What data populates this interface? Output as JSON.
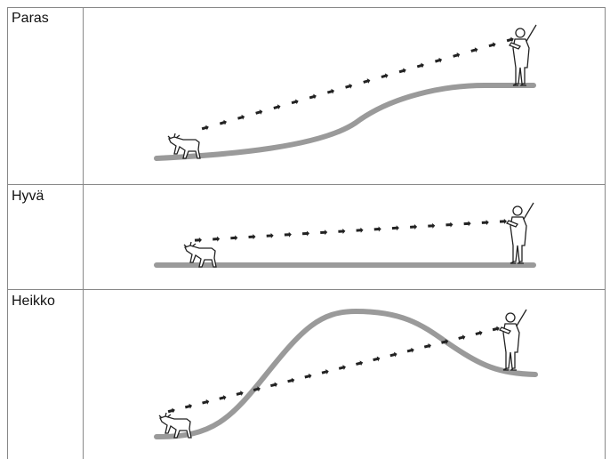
{
  "rows": [
    {
      "label": "Paras"
    },
    {
      "label": "Hyvä"
    },
    {
      "label": "Heikko"
    }
  ],
  "colors": {
    "terrain": "#9a9a9a",
    "line": "#888888",
    "ink": "#222222"
  },
  "icons": {
    "dog": "dog-with-collar-icon",
    "hunter": "hunter-with-handheld-icon"
  }
}
